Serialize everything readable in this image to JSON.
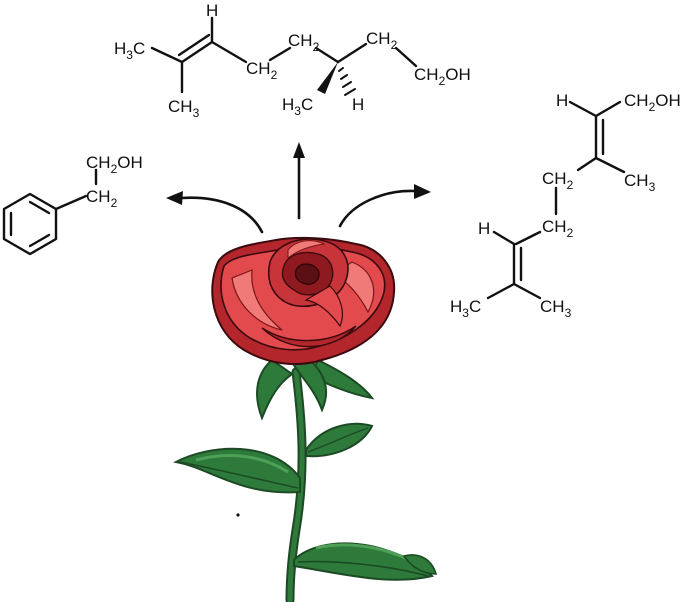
{
  "colors": {
    "ink": "#111111",
    "petal_dark": "#b3262b",
    "petal": "#e24a4d",
    "petal_light": "#f07a78",
    "petal_core": "#5a1015",
    "leaf": "#2e7a3b",
    "leaf_light": "#4ea057",
    "leaf_dark": "#1c4a24",
    "stem": "#2f7a3a"
  },
  "icons": [
    "rose-icon",
    "benzene-ring-icon"
  ],
  "citronellol": {
    "h_top": "H",
    "h3c_left": "H",
    "h3c_left_sub": "3",
    "h3c_left_c": "C",
    "ch3_bottom_c": "CH",
    "ch3_bottom_sub": "3",
    "ch2_a_c": "CH",
    "ch2_a_sub": "2",
    "ch2_b_c": "CH",
    "ch2_b_sub": "2",
    "ch2_c_c": "CH",
    "ch2_c_sub": "2",
    "h3c_stereo_h": "H",
    "h3c_stereo_sub": "3",
    "h3c_stereo_c": "C",
    "h_stereo": "H",
    "ch2oh_c": "CH",
    "ch2oh_sub": "2",
    "ch2oh_oh": "OH"
  },
  "phenylethanol": {
    "ch2oh_c": "CH",
    "ch2oh_sub": "2",
    "ch2oh_oh": "OH",
    "ch2_c": "CH",
    "ch2_sub": "2"
  },
  "geraniol": {
    "h_top": "H",
    "ch2oh_c": "CH",
    "ch2oh_sub": "2",
    "ch2oh_oh": "OH",
    "ch3_right_c": "CH",
    "ch3_right_sub": "3",
    "ch2_a_c": "CH",
    "ch2_a_sub": "2",
    "ch2_b_c": "CH",
    "ch2_b_sub": "2",
    "h_mid": "H",
    "h3c_h": "H",
    "h3c_sub": "3",
    "h3c_c": "C",
    "ch3_bottom_c": "CH",
    "ch3_bottom_sub": "3"
  }
}
